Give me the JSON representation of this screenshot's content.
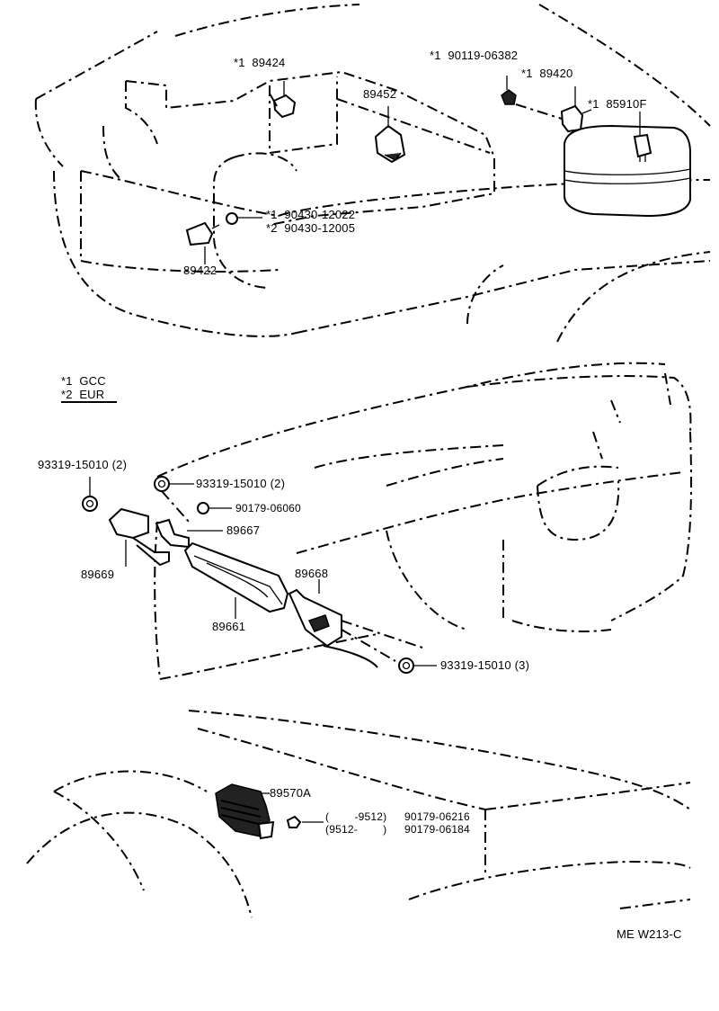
{
  "top": {
    "p89424": "*1  89424",
    "p89452": "89452",
    "p90119": "*1  90119-06382",
    "p89420": "*1  89420",
    "p85910": "*1  85910F",
    "p90430a": "*1  90430-12022",
    "p90430b": "*2  90430-12005",
    "p89422": "89422"
  },
  "legend": {
    "line1": "*1  GCC",
    "line2": "*2  EUR"
  },
  "middle": {
    "p93319_left": "93319-15010 (2)",
    "p93319_right": "93319-15010 (2)",
    "p90179": "90179-06060",
    "p89667": "89667",
    "p89669": "89669",
    "p89661": "89661",
    "p89668": "89668",
    "p93319_bottom": "93319-15010 (3)"
  },
  "bottom": {
    "p89570": "89570A",
    "range1": "(        -9512)",
    "range2": "(9512-        )",
    "p90179a": "90179-06216",
    "p90179b": "90179-06184"
  },
  "footer": {
    "code": "ME W213-C"
  }
}
